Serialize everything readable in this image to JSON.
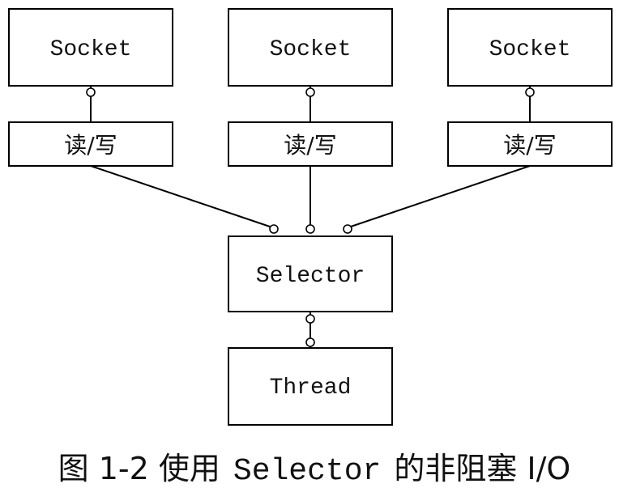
{
  "diagram": {
    "sockets": [
      {
        "label": "Socket",
        "io_label": "读/写"
      },
      {
        "label": "Socket",
        "io_label": "读/写"
      },
      {
        "label": "Socket",
        "io_label": "读/写"
      }
    ],
    "selector": {
      "label": "Selector"
    },
    "thread": {
      "label": "Thread"
    }
  },
  "caption": {
    "prefix": "图 1-2 使用",
    "code": "Selector",
    "suffix": "的非阻塞 I/O"
  }
}
